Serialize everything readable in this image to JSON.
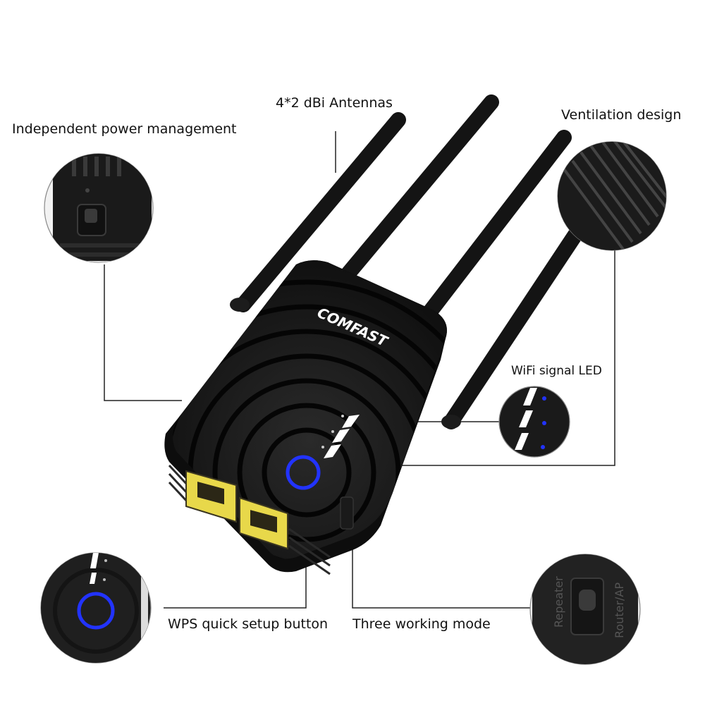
{
  "labels": {
    "antennas": "4*2  dBi Antennas",
    "power": "Independent power management",
    "ventilation": "Ventilation design",
    "wifi_led": "WiFi signal LED",
    "wps": "WPS quick setup button",
    "modes": "Three working mode"
  },
  "device": {
    "brand": "COMFAST",
    "switch_left": "Repeater",
    "switch_right": "Router/AP"
  },
  "colors": {
    "device_body": "#151515",
    "accent_led": "#2233ff",
    "ethernet_port": "#e8d84a",
    "line": "#222222"
  }
}
